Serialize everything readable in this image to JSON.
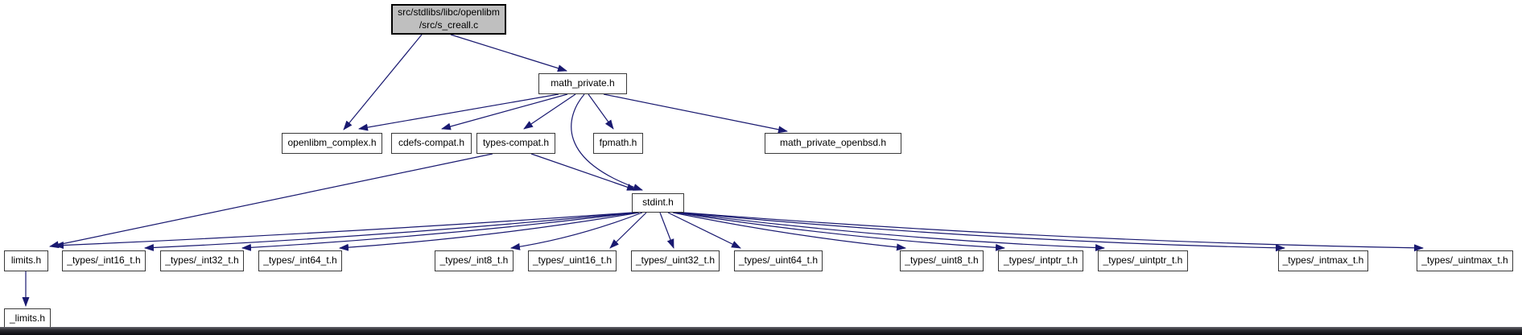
{
  "graph": {
    "type": "doxygen-include-dependency-graph",
    "root": {
      "line1": "src/stdlibs/libc/openlibm",
      "line2": "/src/s_creall.c"
    },
    "nodes": {
      "math_private": "math_private.h",
      "openlibm_complex": "openlibm_complex.h",
      "cdefs_compat": "cdefs-compat.h",
      "types_compat": "types-compat.h",
      "fpmath": "fpmath.h",
      "math_private_openbsd": "math_private_openbsd.h",
      "stdint": "stdint.h",
      "limits": "limits.h",
      "int16": "_types/_int16_t.h",
      "int32": "_types/_int32_t.h",
      "int64": "_types/_int64_t.h",
      "int8": "_types/_int8_t.h",
      "uint16": "_types/_uint16_t.h",
      "uint32": "_types/_uint32_t.h",
      "uint64": "_types/_uint64_t.h",
      "uint8": "_types/_uint8_t.h",
      "intptr": "_types/_intptr_t.h",
      "uintptr": "_types/_uintptr_t.h",
      "intmax": "_types/_intmax_t.h",
      "uintmax": "_types/_uintmax_t.h",
      "_limits": "_limits.h"
    },
    "edges": [
      {
        "from": "src/stdlibs/libc/openlibm/src/s_creall.c",
        "to": "math_private.h"
      },
      {
        "from": "src/stdlibs/libc/openlibm/src/s_creall.c",
        "to": "openlibm_complex.h"
      },
      {
        "from": "math_private.h",
        "to": "openlibm_complex.h"
      },
      {
        "from": "math_private.h",
        "to": "cdefs-compat.h"
      },
      {
        "from": "math_private.h",
        "to": "types-compat.h"
      },
      {
        "from": "math_private.h",
        "to": "fpmath.h"
      },
      {
        "from": "math_private.h",
        "to": "math_private_openbsd.h"
      },
      {
        "from": "math_private.h",
        "to": "stdint.h"
      },
      {
        "from": "types-compat.h",
        "to": "stdint.h"
      },
      {
        "from": "types-compat.h",
        "to": "limits.h"
      },
      {
        "from": "stdint.h",
        "to": "limits.h"
      },
      {
        "from": "stdint.h",
        "to": "_types/_int16_t.h"
      },
      {
        "from": "stdint.h",
        "to": "_types/_int32_t.h"
      },
      {
        "from": "stdint.h",
        "to": "_types/_int64_t.h"
      },
      {
        "from": "stdint.h",
        "to": "_types/_int8_t.h"
      },
      {
        "from": "stdint.h",
        "to": "_types/_uint16_t.h"
      },
      {
        "from": "stdint.h",
        "to": "_types/_uint32_t.h"
      },
      {
        "from": "stdint.h",
        "to": "_types/_uint64_t.h"
      },
      {
        "from": "stdint.h",
        "to": "_types/_uint8_t.h"
      },
      {
        "from": "stdint.h",
        "to": "_types/_intptr_t.h"
      },
      {
        "from": "stdint.h",
        "to": "_types/_uintptr_t.h"
      },
      {
        "from": "stdint.h",
        "to": "_types/_intmax_t.h"
      },
      {
        "from": "stdint.h",
        "to": "_types/_uintmax_t.h"
      },
      {
        "from": "limits.h",
        "to": "_limits.h"
      }
    ],
    "colors": {
      "edge": "#191970",
      "node_fill": "#ffffff",
      "node_border": "#3a3a3a",
      "root_fill": "#bfbfbf",
      "root_border": "#000000",
      "text": "#000000",
      "bottom_bar": "#0a0a0e"
    }
  }
}
